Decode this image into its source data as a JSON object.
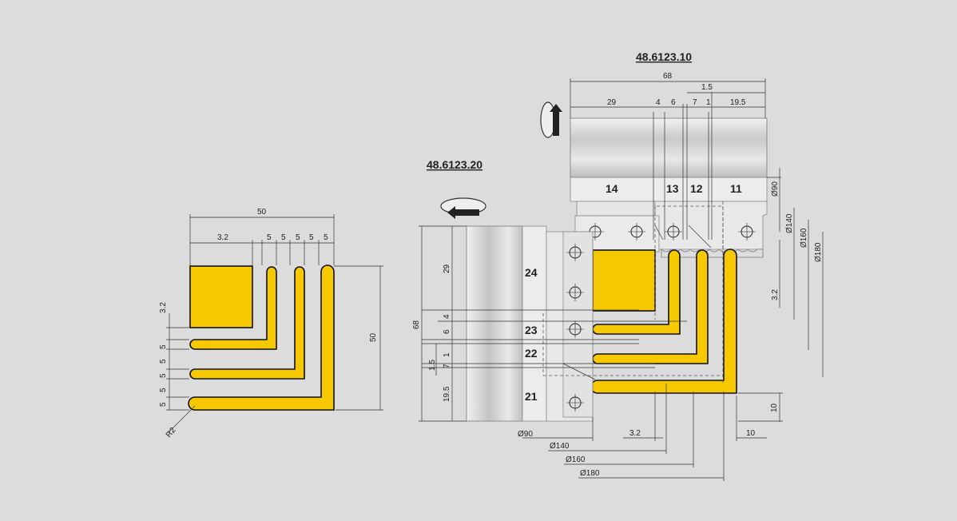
{
  "left_profile": {
    "dims_top": [
      "50",
      "3.2",
      "5",
      "5",
      "5",
      "5",
      "5"
    ],
    "dims_left": [
      "3.2",
      "5",
      "5",
      "5",
      "5",
      "5"
    ],
    "dim_right": "50",
    "radius": "R2"
  },
  "tool_top": {
    "code": "48.6123.10",
    "dim_total": "68",
    "dim_1_5": "1.5",
    "dims_row": [
      "29",
      "4",
      "6",
      "7",
      "1",
      "19.5"
    ],
    "segments": [
      "14",
      "13",
      "12",
      "11"
    ],
    "diameters": [
      "Ø90",
      "Ø140",
      "Ø160",
      "Ø180"
    ],
    "dim_3_2": "3.2"
  },
  "tool_bottom": {
    "code": "48.6123.20",
    "dim_total": "68",
    "dims_col": [
      "29",
      "4",
      "6",
      "1",
      "7",
      "1.5",
      "19.5"
    ],
    "segments": [
      "24",
      "23",
      "22",
      "21"
    ],
    "diameters": [
      "Ø90",
      "Ø140",
      "Ø160",
      "Ø180"
    ],
    "dim_3_2": "3.2",
    "dim_10_h": "10",
    "dim_10_v": "10"
  },
  "colors": {
    "profile_fill": "#f5c800",
    "background": "#dcdcdc",
    "outline": "#111111"
  }
}
